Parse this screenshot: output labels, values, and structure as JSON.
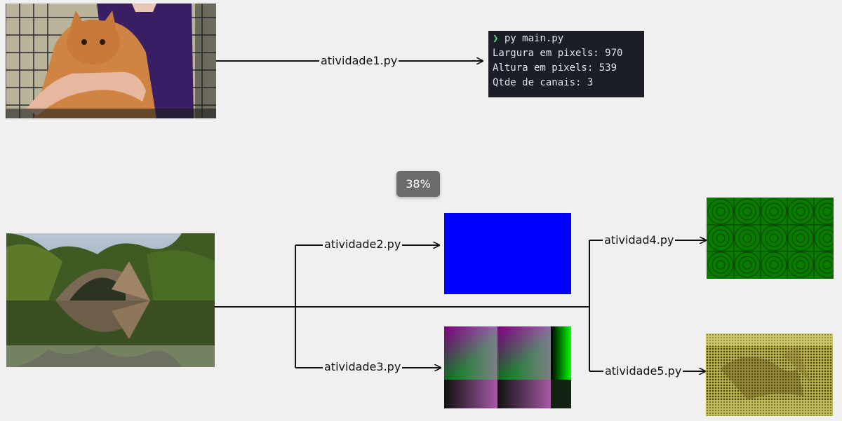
{
  "terminal": {
    "prompt_symbol": "❯",
    "command": "py main.py",
    "lines": [
      "Largura em pixels: 970",
      "Altura em pixels: 539",
      "Qtde de canais: 3"
    ]
  },
  "labels": {
    "atividade1": "atividade1.py",
    "atividade2": "atividade2.py",
    "atividade3": "atividade3.py",
    "atividade4": "atividad4.py",
    "atividade5": "atividade5.py"
  },
  "zoom_badge": "38%",
  "colors": {
    "background": "#f0f0f0",
    "connector": "#111111",
    "terminal_bg": "#1b1e25",
    "prompt": "#4ade80",
    "blue_output": "#0000ff"
  }
}
